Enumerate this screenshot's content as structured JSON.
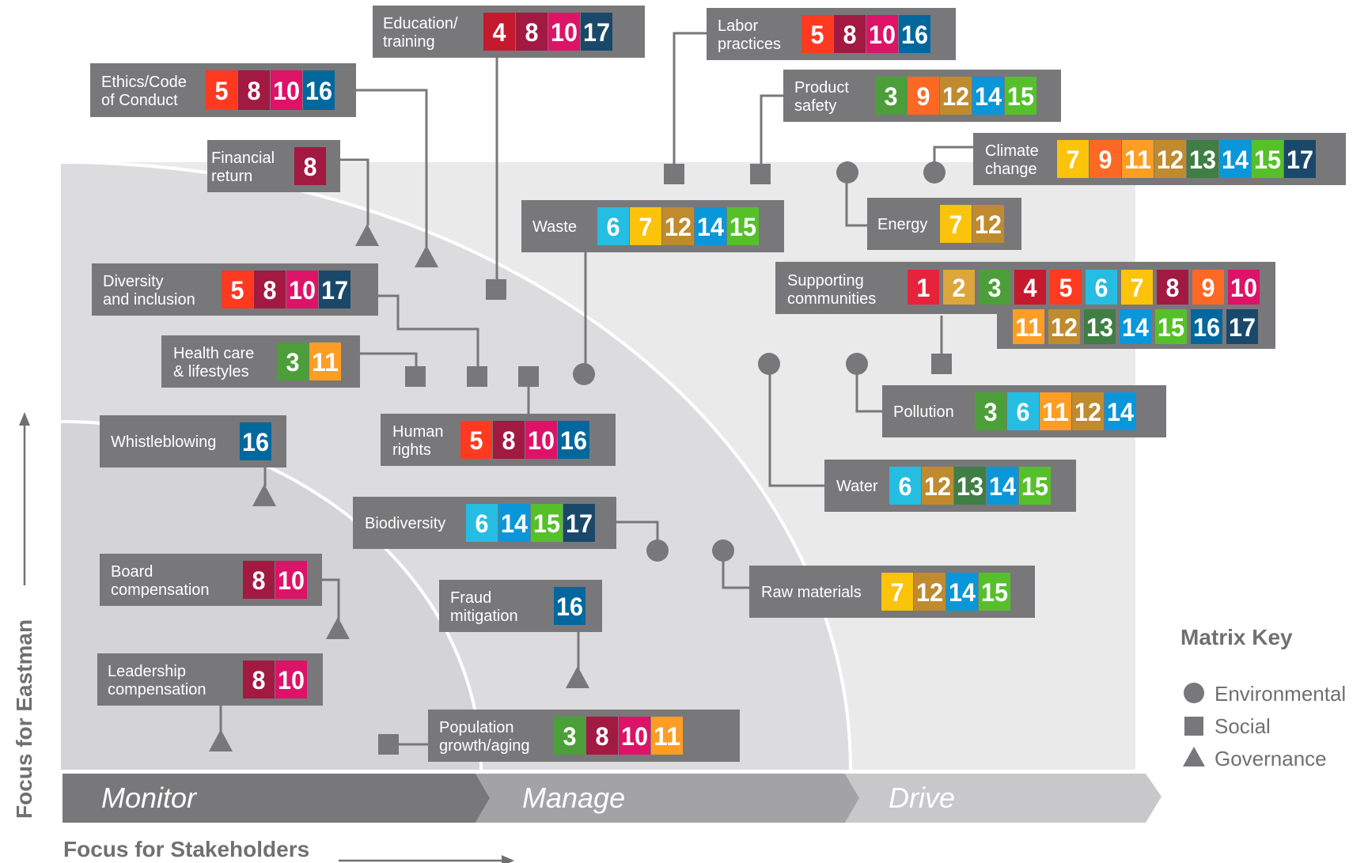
{
  "colors": {
    "sdg": {
      "1": "#E5243B",
      "2": "#DDA63A",
      "3": "#4C9F38",
      "4": "#C5192D",
      "5": "#FF3A21",
      "6": "#26BDE2",
      "7": "#FCC30B",
      "8": "#A21942",
      "9": "#FD6925",
      "10": "#DD1367",
      "11": "#FD9D24",
      "12": "#BF8B2E",
      "13": "#3F7E44",
      "14": "#0A97D9",
      "15": "#56C02B",
      "16": "#00689D",
      "17": "#19486A"
    },
    "box": "#78787a",
    "connector": "#78787a",
    "monitor_band": "#78787a",
    "manage_band": "#a3a3a5",
    "drive_band": "#c8c8ca"
  },
  "bands": {
    "monitor": "Monitor",
    "manage": "Manage",
    "drive": "Drive"
  },
  "axes": {
    "y": "Focus for Eastman",
    "x": "Focus for Stakeholders"
  },
  "key": {
    "title": "Matrix Key",
    "items": [
      {
        "shape": "circle",
        "label": "Environmental"
      },
      {
        "shape": "square",
        "label": "Social"
      },
      {
        "shape": "triangle",
        "label": "Governance"
      }
    ]
  },
  "topics": [
    {
      "id": "education",
      "lines": [
        "Education/",
        "training"
      ],
      "category": "social",
      "sdgs": [
        4,
        8,
        10,
        17
      ]
    },
    {
      "id": "ethics",
      "lines": [
        "Ethics/Code",
        "of Conduct"
      ],
      "category": "governance",
      "sdgs": [
        5,
        8,
        10,
        16
      ]
    },
    {
      "id": "financial",
      "lines": [
        "Financial",
        "return"
      ],
      "category": "governance",
      "sdgs": [
        8
      ]
    },
    {
      "id": "diversity",
      "lines": [
        "Diversity",
        "and inclusion"
      ],
      "category": "social",
      "sdgs": [
        5,
        8,
        10,
        17
      ]
    },
    {
      "id": "health",
      "lines": [
        "Health care",
        "& lifestyles"
      ],
      "category": "social",
      "sdgs": [
        3,
        11
      ]
    },
    {
      "id": "whistleblowing",
      "lines": [
        "Whistleblowing"
      ],
      "category": "governance",
      "sdgs": [
        16
      ]
    },
    {
      "id": "board",
      "lines": [
        "Board",
        "compensation"
      ],
      "category": "governance",
      "sdgs": [
        8,
        10
      ]
    },
    {
      "id": "leadership",
      "lines": [
        "Leadership",
        "compensation"
      ],
      "category": "governance",
      "sdgs": [
        8,
        10
      ]
    },
    {
      "id": "labor",
      "lines": [
        "Labor",
        "practices"
      ],
      "category": "social",
      "sdgs": [
        5,
        8,
        10,
        16
      ]
    },
    {
      "id": "product",
      "lines": [
        "Product",
        "safety"
      ],
      "category": "social",
      "sdgs": [
        3,
        9,
        12,
        14,
        15
      ]
    },
    {
      "id": "climate",
      "lines": [
        "Climate",
        "change"
      ],
      "category": "environmental",
      "sdgs": [
        7,
        9,
        11,
        12,
        13,
        14,
        15,
        17
      ]
    },
    {
      "id": "waste",
      "lines": [
        "Waste"
      ],
      "category": "environmental",
      "sdgs": [
        6,
        7,
        12,
        14,
        15
      ]
    },
    {
      "id": "energy",
      "lines": [
        "Energy"
      ],
      "category": "environmental",
      "sdgs": [
        7,
        12
      ]
    },
    {
      "id": "supporting",
      "lines": [
        "Supporting",
        "communities"
      ],
      "category": "social",
      "sdgs": [
        1,
        2,
        3,
        4,
        5,
        6,
        7,
        8,
        9,
        10,
        11,
        12,
        13,
        14,
        15,
        16,
        17
      ]
    },
    {
      "id": "human",
      "lines": [
        "Human",
        "rights"
      ],
      "category": "social",
      "sdgs": [
        5,
        8,
        10,
        16
      ]
    },
    {
      "id": "pollution",
      "lines": [
        "Pollution"
      ],
      "category": "environmental",
      "sdgs": [
        3,
        6,
        11,
        12,
        14
      ]
    },
    {
      "id": "water",
      "lines": [
        "Water"
      ],
      "category": "environmental",
      "sdgs": [
        6,
        12,
        13,
        14,
        15
      ]
    },
    {
      "id": "biodiversity",
      "lines": [
        "Biodiversity"
      ],
      "category": "environmental",
      "sdgs": [
        6,
        14,
        15,
        17
      ]
    },
    {
      "id": "raw",
      "lines": [
        "Raw materials"
      ],
      "category": "environmental",
      "sdgs": [
        7,
        12,
        14,
        15
      ]
    },
    {
      "id": "fraud",
      "lines": [
        "Fraud",
        "mitigation"
      ],
      "category": "governance",
      "sdgs": [
        16
      ]
    },
    {
      "id": "population",
      "lines": [
        "Population",
        "growth/aging"
      ],
      "category": "social",
      "sdgs": [
        3,
        8,
        10,
        11
      ]
    }
  ]
}
